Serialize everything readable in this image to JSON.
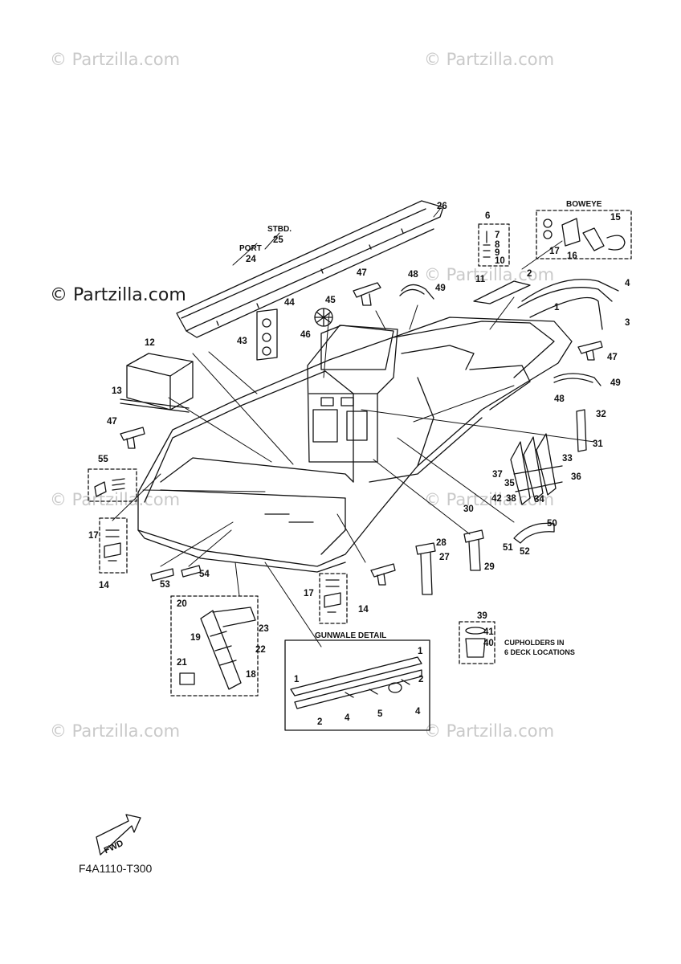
{
  "watermark": "© Partzilla.com",
  "diagram_code": "F4A1110-T300",
  "fwd_label": "FWD",
  "labels": {
    "stbd": "STBD.",
    "port": "PORT",
    "boweye": "BOWEYE",
    "gunwale_detail": "GUNWALE DETAIL",
    "cupholders_line1": "CUPHOLDERS IN",
    "cupholders_line2": "6 DECK LOCATIONS"
  },
  "callouts": {
    "c1": "1",
    "c2": "2",
    "c3": "3",
    "c4": "4",
    "c5": "5",
    "c6": "6",
    "c7": "7",
    "c8": "8",
    "c9": "9",
    "c10": "10",
    "c11": "11",
    "c12": "12",
    "c13": "13",
    "c14": "14",
    "c15": "15",
    "c16": "16",
    "c17": "17",
    "c18": "18",
    "c19": "19",
    "c20": "20",
    "c21": "21",
    "c22": "22",
    "c23": "23",
    "c24": "24",
    "c25": "25",
    "c26": "26",
    "c27": "27",
    "c28": "28",
    "c29": "29",
    "c30": "30",
    "c31": "31",
    "c32": "32",
    "c33": "33",
    "c34": "34",
    "c35": "35",
    "c36": "36",
    "c37": "37",
    "c38": "38",
    "c39": "39",
    "c40": "40",
    "c41": "41",
    "c42": "42",
    "c43": "43",
    "c44": "44",
    "c45": "45",
    "c46": "46",
    "c47": "47",
    "c48": "48",
    "c49": "49",
    "c50": "50",
    "c51": "51",
    "c52": "52",
    "c53": "53",
    "c54": "54",
    "c55": "55"
  }
}
